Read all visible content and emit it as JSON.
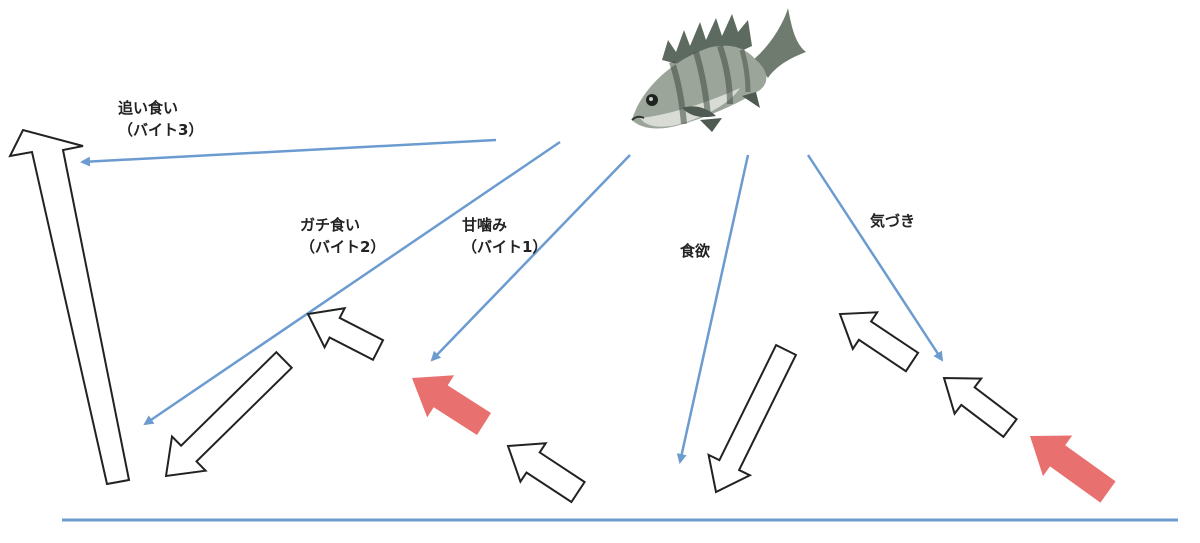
{
  "colors": {
    "line": "#6c9bd0",
    "arrow_outline": "#222222",
    "arrow_fill": "#ffffff",
    "highlight_fill": "#e8706e"
  },
  "fish": {
    "icon": "black-sea-bream-icon"
  },
  "labels": {
    "oigui": {
      "line1": "追い食い",
      "line2": "（バイト3）"
    },
    "gachigui": {
      "line1": "ガチ食い",
      "line2": "（バイト2）"
    },
    "amagami": {
      "line1": "甘噛み",
      "line2": "（バイト1）"
    },
    "shokuyoku": {
      "line1": "食欲"
    },
    "kizuki": {
      "line1": "気づき"
    }
  }
}
